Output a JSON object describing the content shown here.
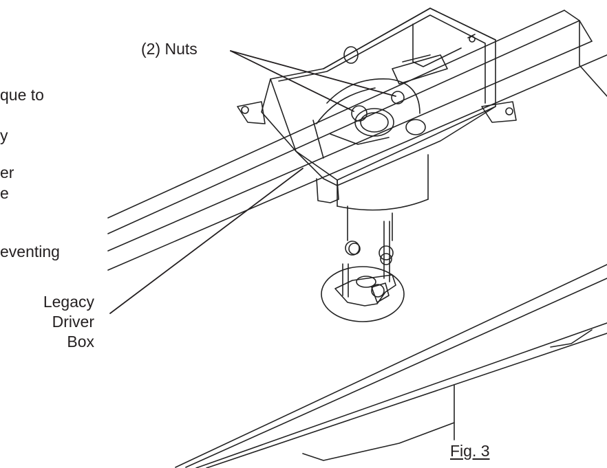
{
  "callouts": {
    "nuts": "(2) Nuts",
    "driver_box": [
      "Legacy",
      "Driver",
      "Box"
    ]
  },
  "figure_label": "Fig. 3",
  "cropped_text": [
    "que to",
    "y",
    "er",
    "e",
    "eventing"
  ],
  "colors": {
    "ink": "#231f20",
    "background": "#ffffff"
  }
}
